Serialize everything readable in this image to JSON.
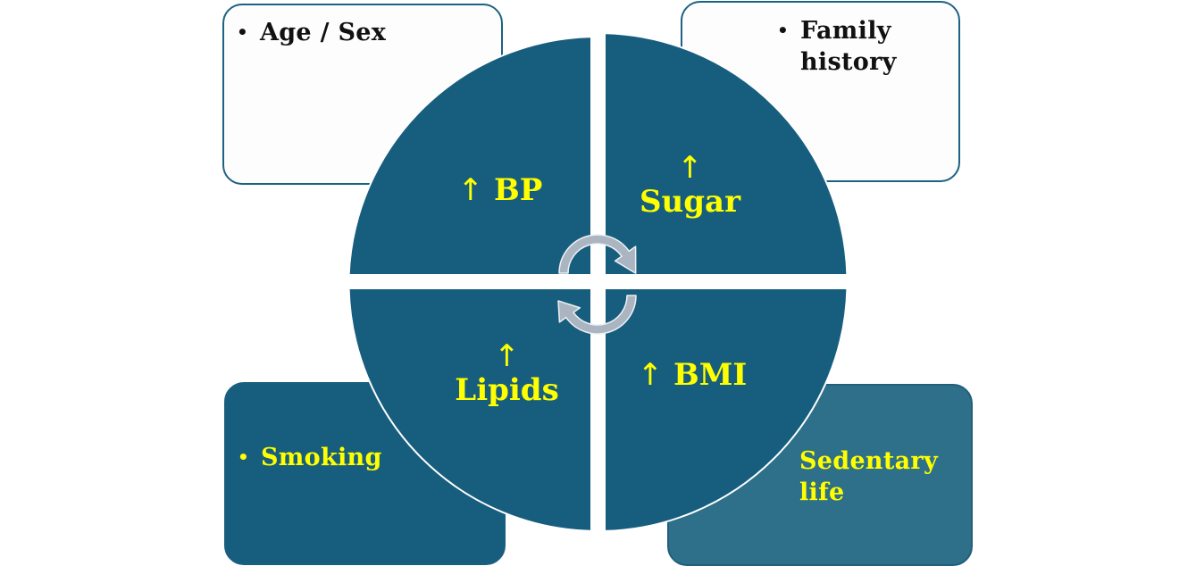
{
  "diagram": {
    "title": "",
    "colors": {
      "quadrant_fill": "#175e7e",
      "quadrant_text": "#ffff00",
      "cycle_arrow": "#aab5c1",
      "box_light_fill": "#fdfdfd",
      "box_dark_fill": "#175e7e",
      "box_mid_fill": "#2e6f89",
      "box_border": "#1d6283"
    },
    "quadrants": [
      {
        "id": "top-left",
        "arrow": "↑",
        "label": "BP"
      },
      {
        "id": "top-right",
        "arrow": "↑",
        "label": "Sugar"
      },
      {
        "id": "bottom-left",
        "arrow": "↑",
        "label": "Lipids"
      },
      {
        "id": "bottom-right",
        "arrow": "↑",
        "label": "BMI"
      }
    ],
    "cycle_icon": "circular-arrows-icon",
    "boxes": [
      {
        "id": "top-left",
        "bullet": "•",
        "lines": [
          "Age / Sex"
        ]
      },
      {
        "id": "top-right",
        "bullet": "•",
        "lines": [
          "Family",
          "history"
        ]
      },
      {
        "id": "bottom-left",
        "bullet": "•",
        "lines": [
          "Smoking"
        ]
      },
      {
        "id": "bottom-right",
        "bullet": "•",
        "lines": [
          "Sedentary",
          "life"
        ]
      }
    ]
  }
}
